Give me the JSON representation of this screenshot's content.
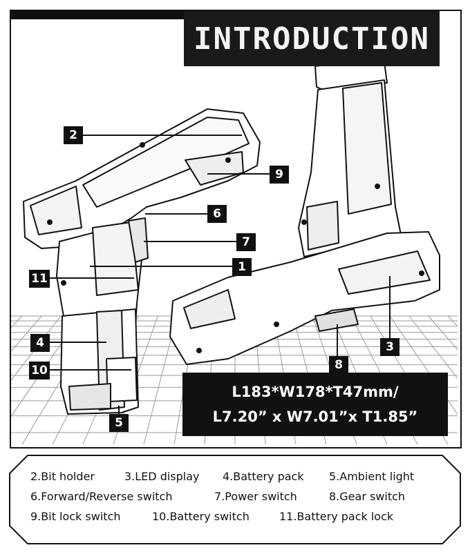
{
  "title": "INTRODUCTION",
  "dimensions": {
    "line1": "L183*W178*T47mm/",
    "line2": "L7.20” x W7.01”x T1.85”"
  },
  "callouts": [
    "1",
    "2",
    "3",
    "4",
    "5",
    "6",
    "7",
    "8",
    "9",
    "10",
    "11"
  ],
  "legend": {
    "row1": [
      "2.Bit holder",
      "3.LED display",
      "4.Battery pack",
      "5.Ambient light"
    ],
    "row2": [
      "6.Forward/Reverse switch",
      "7.Power switch",
      "8.Gear switch"
    ],
    "row3": [
      "9.Bit lock switch",
      "10.Battery switch",
      "11.Battery pack lock"
    ]
  },
  "colors": {
    "ink": "#111111",
    "paper": "#ffffff",
    "grid": "#9a9a9a"
  }
}
